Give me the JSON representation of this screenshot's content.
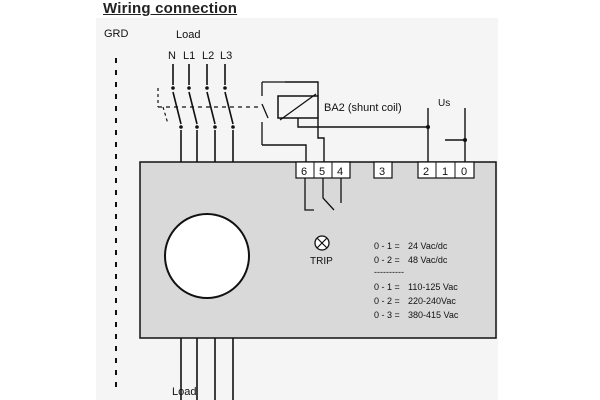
{
  "heading": "Wiring connection",
  "labels": {
    "ground": "GRD",
    "load_top": "Load",
    "load_bottom": "Load",
    "shunt_coil": "BA2 (shunt coil)",
    "supply": "Us",
    "trip": "TRIP"
  },
  "phases": [
    "N",
    "L1",
    "L2",
    "L3"
  ],
  "terminals": [
    "6",
    "5",
    "4",
    "3",
    "2",
    "1",
    "0"
  ],
  "voltage_table": {
    "group1": [
      {
        "terminals": "0 - 1 =",
        "value": "24 Vac/dc"
      },
      {
        "terminals": "0 - 2 =",
        "value": "48 Vac/dc"
      }
    ],
    "separator": "----------",
    "group2": [
      {
        "terminals": "0 - 1 =",
        "value": "110-125 Vac"
      },
      {
        "terminals": "0 - 2 =",
        "value": "220-240Vac"
      },
      {
        "terminals": "0 - 3 =",
        "value": "380-415 Vac"
      }
    ]
  }
}
